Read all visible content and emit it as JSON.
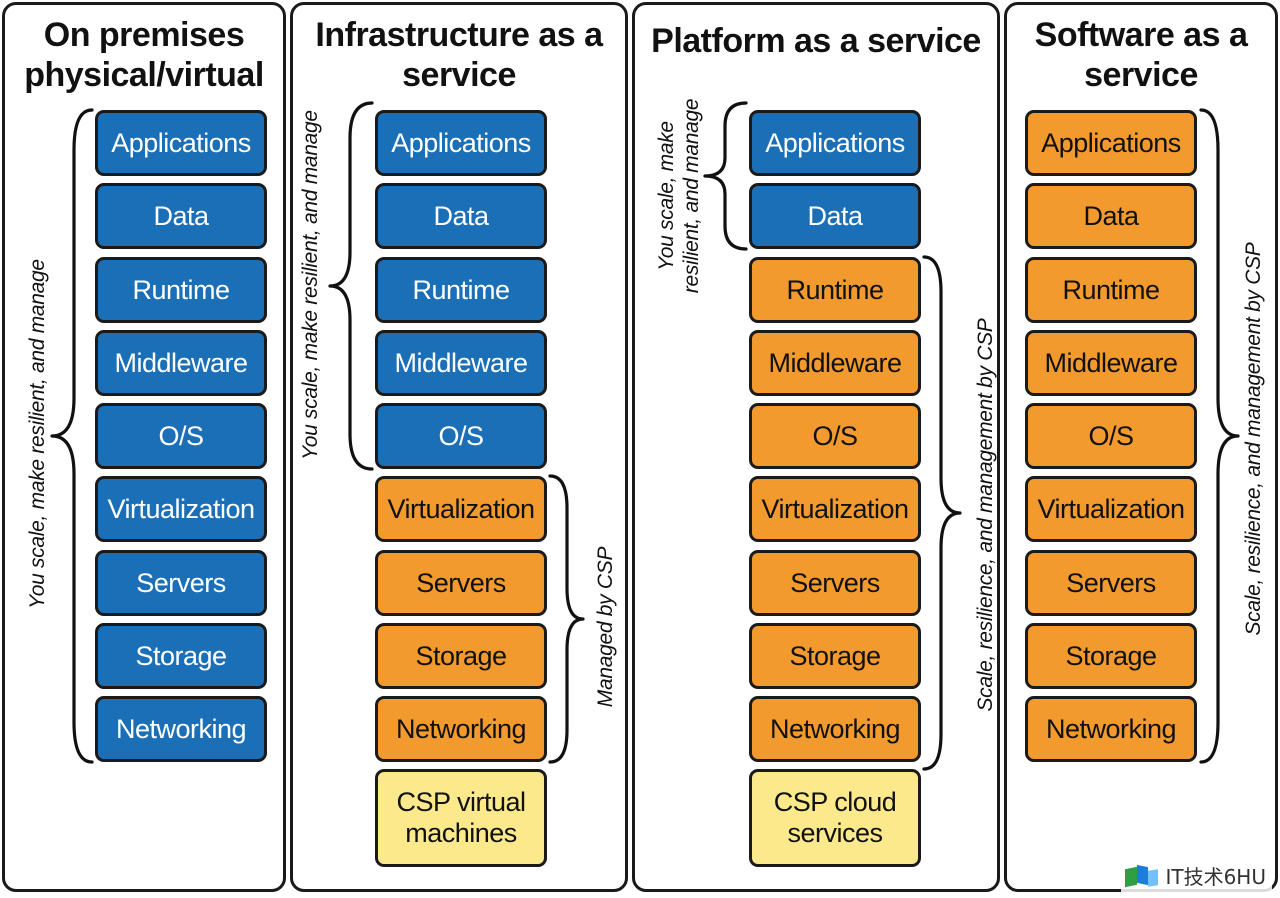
{
  "columns": [
    {
      "title": "On premises\nphysical/virtual",
      "layers": [
        {
          "label": "Applications",
          "color": "blue"
        },
        {
          "label": "Data",
          "color": "blue"
        },
        {
          "label": "Runtime",
          "color": "blue"
        },
        {
          "label": "Middleware",
          "color": "blue"
        },
        {
          "label": "O/S",
          "color": "blue"
        },
        {
          "label": "Virtualization",
          "color": "blue"
        },
        {
          "label": "Servers",
          "color": "blue"
        },
        {
          "label": "Storage",
          "color": "blue"
        },
        {
          "label": "Networking",
          "color": "blue"
        }
      ],
      "brace_labels": [
        "You scale, make resilient, and manage"
      ]
    },
    {
      "title": "Infrastructure as a\nservice",
      "layers": [
        {
          "label": "Applications",
          "color": "blue"
        },
        {
          "label": "Data",
          "color": "blue"
        },
        {
          "label": "Runtime",
          "color": "blue"
        },
        {
          "label": "Middleware",
          "color": "blue"
        },
        {
          "label": "O/S",
          "color": "blue"
        },
        {
          "label": "Virtualization",
          "color": "orange"
        },
        {
          "label": "Servers",
          "color": "orange"
        },
        {
          "label": "Storage",
          "color": "orange"
        },
        {
          "label": "Networking",
          "color": "orange"
        },
        {
          "label": "CSP virtual\nmachines",
          "color": "yellow"
        }
      ],
      "brace_labels": [
        "You scale, make resilient, and manage",
        "Managed by CSP"
      ]
    },
    {
      "title": "Platform as a service",
      "layers": [
        {
          "label": "Applications",
          "color": "blue"
        },
        {
          "label": "Data",
          "color": "blue"
        },
        {
          "label": "Runtime",
          "color": "orange"
        },
        {
          "label": "Middleware",
          "color": "orange"
        },
        {
          "label": "O/S",
          "color": "orange"
        },
        {
          "label": "Virtualization",
          "color": "orange"
        },
        {
          "label": "Servers",
          "color": "orange"
        },
        {
          "label": "Storage",
          "color": "orange"
        },
        {
          "label": "Networking",
          "color": "orange"
        },
        {
          "label": "CSP cloud\nservices",
          "color": "yellow"
        }
      ],
      "brace_labels": [
        "You scale, make\nresilient, and manage",
        "Scale, resilience, and management by CSP"
      ]
    },
    {
      "title": "Software as a\nservice",
      "layers": [
        {
          "label": "Applications",
          "color": "orange"
        },
        {
          "label": "Data",
          "color": "orange"
        },
        {
          "label": "Runtime",
          "color": "orange"
        },
        {
          "label": "Middleware",
          "color": "orange"
        },
        {
          "label": "O/S",
          "color": "orange"
        },
        {
          "label": "Virtualization",
          "color": "orange"
        },
        {
          "label": "Servers",
          "color": "orange"
        },
        {
          "label": "Storage",
          "color": "orange"
        },
        {
          "label": "Networking",
          "color": "orange"
        }
      ],
      "brace_labels": [
        "Scale, resilience, and management by CSP"
      ]
    }
  ],
  "colors": {
    "blue": "#1a6fb6",
    "orange": "#f29a2e",
    "yellow": "#fbe98c"
  },
  "watermark": "IT技术6HU"
}
